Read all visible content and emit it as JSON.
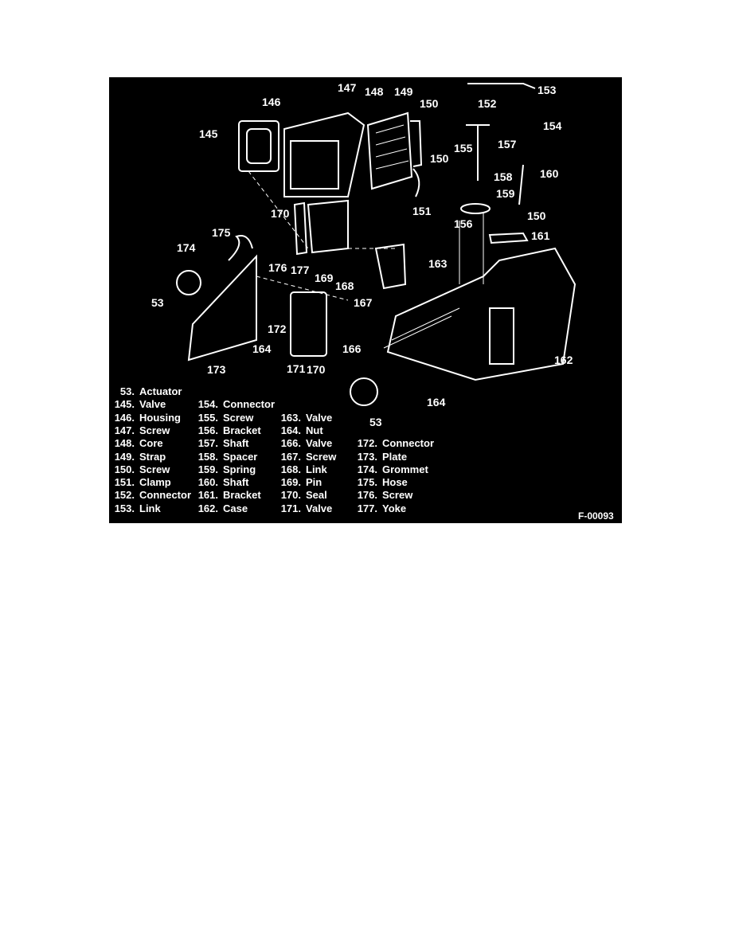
{
  "figure": {
    "id_label": "F-00093",
    "callouts": [
      "147",
      "146",
      "148",
      "149",
      "150",
      "152",
      "153",
      "154",
      "145",
      "157",
      "155",
      "150",
      "158",
      "160",
      "159",
      "170",
      "151",
      "156",
      "150",
      "161",
      "175",
      "174",
      "163",
      "176",
      "177",
      "169",
      "168",
      "53",
      "167",
      "172",
      "166",
      "164",
      "162",
      "173",
      "171",
      "170",
      "164",
      "53"
    ],
    "legend": {
      "columns": [
        {
          "items": [
            [
              "53.",
              "Actuator"
            ],
            [
              "145.",
              "Valve"
            ],
            [
              "146.",
              "Housing"
            ],
            [
              "147.",
              "Screw"
            ],
            [
              "148.",
              "Core"
            ],
            [
              "149.",
              "Strap"
            ],
            [
              "150.",
              "Screw"
            ],
            [
              "151.",
              "Clamp"
            ],
            [
              "152.",
              "Connector"
            ],
            [
              "153.",
              "Link"
            ]
          ]
        },
        {
          "items": [
            [
              "154.",
              "Connector"
            ],
            [
              "155.",
              "Screw"
            ],
            [
              "156.",
              "Bracket"
            ],
            [
              "157.",
              "Shaft"
            ],
            [
              "158.",
              "Spacer"
            ],
            [
              "159.",
              "Spring"
            ],
            [
              "160.",
              "Shaft"
            ],
            [
              "161.",
              "Bracket"
            ],
            [
              "162.",
              "Case"
            ]
          ]
        },
        {
          "items": [
            [
              "163.",
              "Valve"
            ],
            [
              "164.",
              "Nut"
            ],
            [
              "166.",
              "Valve"
            ],
            [
              "167.",
              "Screw"
            ],
            [
              "168.",
              "Link"
            ],
            [
              "169.",
              "Pin"
            ],
            [
              "170.",
              "Seal"
            ],
            [
              "171.",
              "Valve"
            ]
          ]
        },
        {
          "items": [
            [
              "172.",
              "Connector"
            ],
            [
              "173.",
              "Plate"
            ],
            [
              "174.",
              "Grommet"
            ],
            [
              "175.",
              "Hose"
            ],
            [
              "176.",
              "Screw"
            ],
            [
              "177.",
              "Yoke"
            ]
          ]
        }
      ]
    }
  }
}
